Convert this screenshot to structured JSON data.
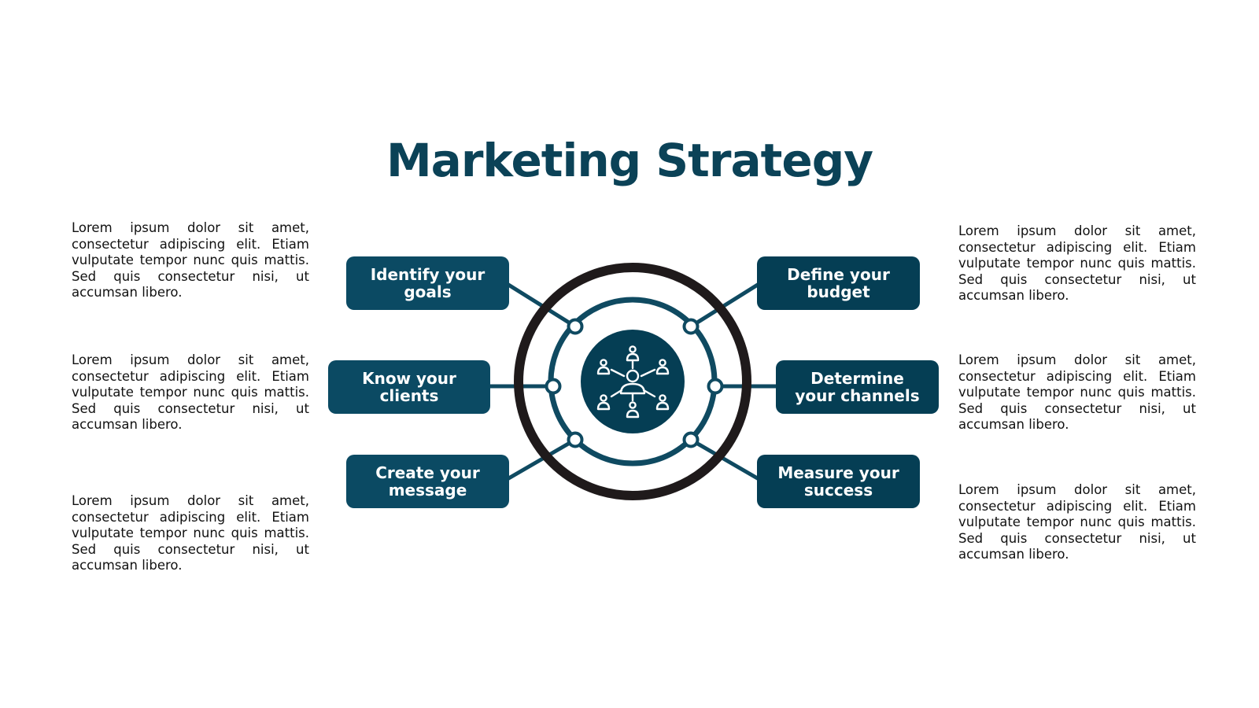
{
  "title": "Marketing Strategy",
  "colors": {
    "title": "#0b4257",
    "box_left": "#0b4a63",
    "box_right": "#053e54",
    "outer_ring": "#1f1a1b",
    "inner_ring": "#0f4a61",
    "connector": "#0f4a61",
    "node_fill": "#ffffff"
  },
  "center": {
    "icon": "people-network-icon"
  },
  "steps_left": [
    {
      "label_line1": "Identify your",
      "label_line2": "goals"
    },
    {
      "label_line1": "Know your",
      "label_line2": "clients"
    },
    {
      "label_line1": "Create your",
      "label_line2": "message"
    }
  ],
  "steps_right": [
    {
      "label_line1": "Define your",
      "label_line2": "budget"
    },
    {
      "label_line1": "Determine",
      "label_line2": "your channels"
    },
    {
      "label_line1": "Measure your",
      "label_line2": "success"
    }
  ],
  "descriptions_left": [
    "Lorem ipsum dolor sit amet, consectetur adipiscing elit. Etiam vulputate tempor nunc quis mattis. Sed quis consectetur nisi, ut accumsan libero.",
    "Lorem ipsum dolor sit amet, consectetur adipiscing elit. Etiam vulputate tempor nunc quis mattis. Sed quis consectetur nisi, ut accumsan libero.",
    "Lorem ipsum dolor sit amet, consectetur adipiscing elit. Etiam vulputate tempor nunc quis mattis. Sed quis consectetur nisi, ut accumsan libero."
  ],
  "descriptions_right": [
    "Lorem ipsum dolor sit amet, consectetur adipiscing elit. Etiam vulputate tempor nunc quis mattis. Sed quis consectetur nisi, ut accumsan libero.",
    "Lorem ipsum dolor sit amet, consectetur adipiscing elit. Etiam vulputate tempor nunc quis mattis. Sed quis consectetur nisi, ut accumsan libero.",
    "Lorem ipsum dolor sit amet, consectetur adipiscing elit. Etiam vulputate tempor nunc quis mattis. Sed quis consectetur nisi, ut accumsan libero."
  ]
}
